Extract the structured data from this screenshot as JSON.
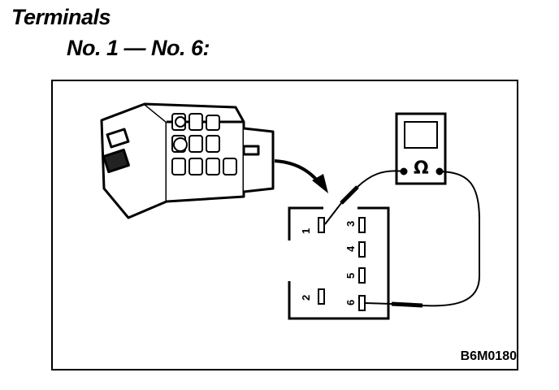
{
  "heading": {
    "title": "Terminals",
    "subtitle": "No. 1 — No. 6:"
  },
  "figure": {
    "code": "B6M0180",
    "meter_symbol": "Ω",
    "terminals": [
      "1",
      "2",
      "3",
      "4",
      "5",
      "6"
    ]
  },
  "icons": [
    "switch-connector-icon",
    "ohmmeter-icon",
    "probe-icon",
    "arrow-icon"
  ]
}
